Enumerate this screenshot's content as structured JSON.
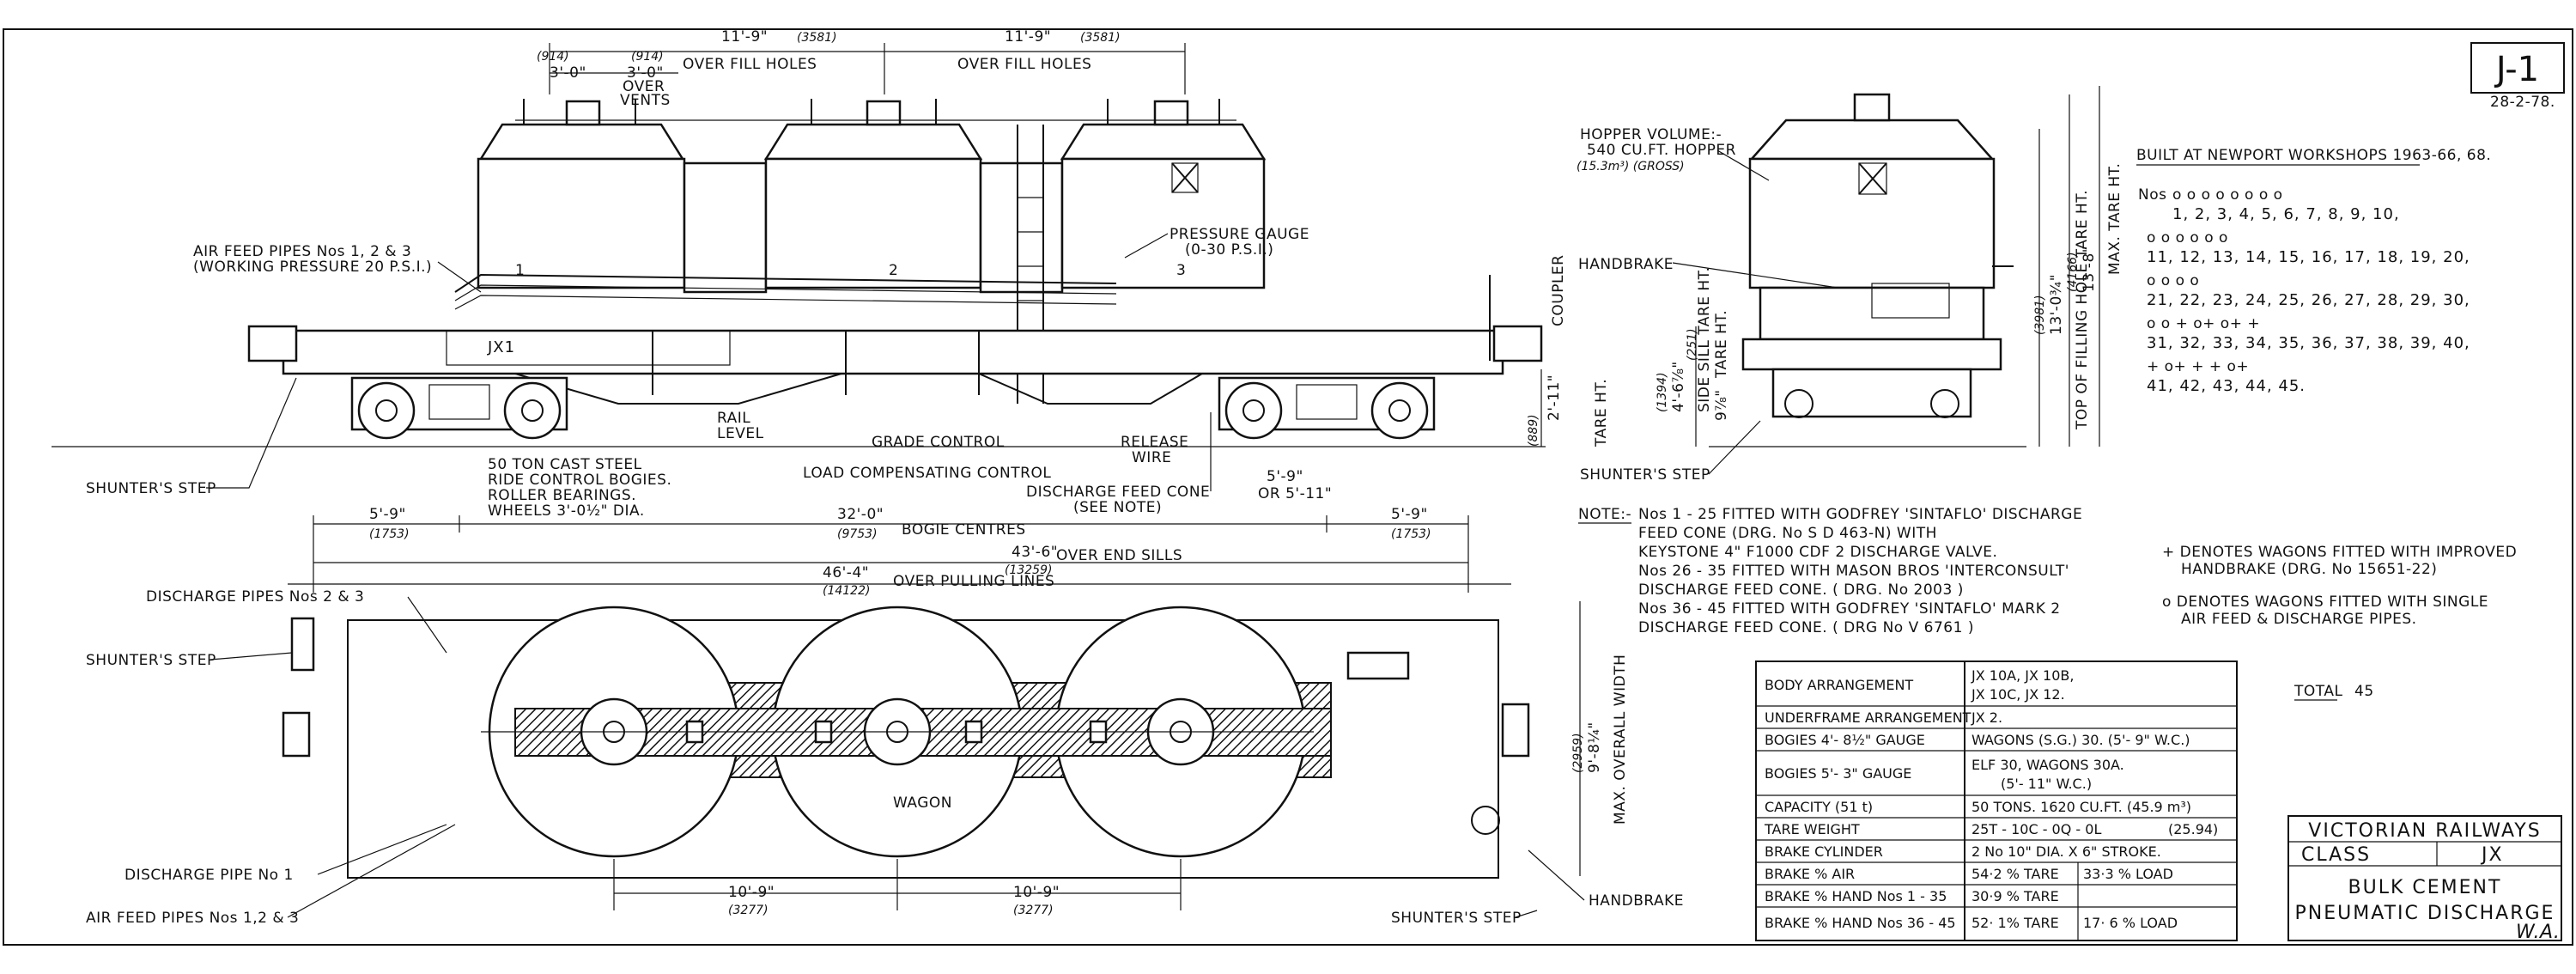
{
  "drawing": {
    "number": "J-1",
    "date": "28-2-78.",
    "initials": "W.A."
  },
  "side_view": {
    "dims_top": {
      "fill_holes_1": "11'-9\"",
      "fill_holes_1_mm": "(3581)",
      "fill_holes_1_label": "OVER FILL HOLES",
      "fill_holes_2": "11'-9\"",
      "fill_holes_2_mm": "(3581)",
      "fill_holes_2_label": "OVER FILL HOLES",
      "vents_1_mm": "(914)",
      "vents_1": "3'-0\"",
      "vents_2_mm": "(914)",
      "vents_2": "3'-0\"",
      "vents_label_1": "OVER",
      "vents_label_2": "VENTS"
    },
    "hopper_numbers": [
      "1",
      "2",
      "3"
    ],
    "body_code": "JX1",
    "labels": {
      "air_feed_1": "AIR FEED PIPES Nos 1, 2 & 3",
      "air_feed_2": "(WORKING PRESSURE 20 P.S.I.)",
      "pressure_gauge_1": "PRESSURE GAUGE",
      "pressure_gauge_2": "(0-30 P.S.I.)",
      "rail_level_1": "RAIL",
      "rail_level_2": "LEVEL",
      "grade_control": "GRADE CONTROL",
      "release_wire_1": "RELEASE",
      "release_wire_2": "WIRE",
      "load_comp": "LOAD COMPENSATING CONTROL",
      "discharge_feed_cone_1": "DISCHARGE FEED CONE",
      "discharge_feed_cone_2": "(SEE NOTE)",
      "bogies_1": "50 TON CAST STEEL",
      "bogies_2": "RIDE CONTROL BOGIES.",
      "bogies_3": "ROLLER BEARINGS.",
      "bogies_4": "WHEELS 3'-0½\" DIA.",
      "shunters_step": "SHUNTER'S STEP",
      "coupler": "COUPLER",
      "tare_ht": "TARE HT."
    },
    "dims_bottom": {
      "end_1": "5'-9\"",
      "end_1_mm": "(1753)",
      "bogie_centres": "32'-0\"",
      "bogie_centres_mm": "(9753)",
      "bogie_centres_label": "BOGIE CENTRES",
      "mid": "5'-9\"",
      "mid_or": "OR 5'-11\"",
      "end_2": "5'-9\"",
      "end_2_mm": "(1753)",
      "end_sills": "43'-6\"",
      "end_sills_mm": "(13259)",
      "end_sills_label": "OVER END SILLS",
      "pulling": "46'-4\"",
      "pulling_mm": "(14122)",
      "pulling_label": "OVER PULLING LINES",
      "coupler_ht": "2'-11\"",
      "coupler_ht_mm": "(889)"
    }
  },
  "end_view": {
    "hopper_1": "HOPPER VOLUME:-",
    "hopper_2": "540 CU.FT. HOPPER",
    "hopper_3": "(15.3m³)  (GROSS)",
    "handbrake": "HANDBRAKE",
    "shunters_step": "SHUNTER'S STEP",
    "side_sill_mm": "(1394)",
    "side_sill": "4'-6⅞\"",
    "side_sill_label": "SIDE SILL TARE HT.",
    "inner_mm": "(251)",
    "inner": "9⅞\"",
    "inner_label": "TARE HT.",
    "filling_mm": "(3981)",
    "filling": "13'-0¾\"",
    "filling_label": "TOP OF FILLING HOLE TARE HT.",
    "max_mm": "(4166)",
    "max": "13'-8\"",
    "max_label": "MAX. TARE HT."
  },
  "plan_view": {
    "discharge_pipes_23": "DISCHARGE PIPES Nos 2 & 3",
    "shunters_step_1": "SHUNTER'S STEP",
    "discharge_pipe_1": "DISCHARGE PIPE No 1",
    "air_feed": "AIR FEED PIPES Nos 1,2 & 3",
    "wagon_cl": "WAGON",
    "dim_1": "10'-9\"",
    "dim_1_mm": "(3277)",
    "dim_2": "10'-9\"",
    "dim_2_mm": "(3277)",
    "shunters_step_2": "SHUNTER'S STEP",
    "handbrake": "HANDBRAKE",
    "width_mm": "(2959)",
    "width": "9'-8¼\"",
    "width_label": "MAX. OVERALL WIDTH"
  },
  "built": {
    "heading": "BUILT AT  NEWPORT WORKSHOPS  1963-66, 68.",
    "nos": "Nos",
    "rows": [
      "1,  2,  3,  4,  5,  6,  7,  8,  9,  10,",
      "11,  12,  13,  14,  15,  16,  17,  18,  19,  20,",
      "21,  22,  23,  24,  25,  26,  27,  28,  29,  30,",
      "31,  32,  33,  34,  35,  36,  37,  38,  39,  40,",
      "41,  42,  43,  44,  45."
    ],
    "marks": [
      "o    o    o    o    o    o    o         o",
      "     o         o         o         o    o    o",
      "     o         o         o         o",
      "o              o         +    o+        o+   +",
      "+    o+        +    +    o+"
    ],
    "total_label": "TOTAL",
    "total_value": "45"
  },
  "notes": {
    "label": "NOTE:-",
    "lines": [
      "Nos 1 - 25  FITTED WITH GODFREY 'SINTAFLO' DISCHARGE",
      "FEED CONE (DRG. No S D 463-N)  WITH",
      "KEYSTONE  4\" F1000  CDF 2  DISCHARGE VALVE.",
      "Nos 26 - 35  FITTED WITH  MASON BROS 'INTERCONSULT'",
      "DISCHARGE FEED CONE.  ( DRG. No 2003 )",
      "Nos 36 - 45  FITTED WITH GODFREY 'SINTAFLO' MARK 2",
      "DISCHARGE FEED CONE.  ( DRG No V 6761 )"
    ],
    "plus_1": "+ DENOTES WAGONS FITTED WITH IMPROVED",
    "plus_2": "HANDBRAKE  (DRG. No 15651-22)",
    "o_1": "o  DENOTES WAGONS FITTED WITH SINGLE",
    "o_2": "AIR FEED & DISCHARGE PIPES."
  },
  "table": {
    "rows": [
      {
        "label": "BODY ARRANGEMENT",
        "v1": "JX 10A,    JX 10B,",
        "v2": "JX 10C,    JX 12."
      },
      {
        "label": "UNDERFRAME ARRANGEMENT",
        "v1": "JX 2.",
        "v2": ""
      },
      {
        "label": "BOGIES  4'- 8½\"  GAUGE",
        "v1": "WAGONS (S.G.) 30.  (5'- 9\" W.C.)",
        "v2": ""
      },
      {
        "label": "BOGIES  5'- 3\"  GAUGE",
        "v1": "ELF 30,  WAGONS 30A.",
        "v2": "(5'- 11\" W.C.)"
      },
      {
        "label": "CAPACITY          (51 t)",
        "v1": "50 TONS.   1620 CU.FT. (45.9 m³)",
        "v2": ""
      },
      {
        "label": "TARE WEIGHT",
        "v1": "25T  - 10C  - 0Q -  0L",
        "v2": "(25.94)"
      },
      {
        "label": "BRAKE CYLINDER",
        "v1": "2  No 10\" DIA. X  6\" STROKE.",
        "v2": ""
      },
      {
        "label": "BRAKE  %  AIR",
        "v1": "54·2 % TARE",
        "v2": "33·3 % LOAD"
      },
      {
        "label": "BRAKE  %  HAND  Nos 1 - 35",
        "v1": "30·9 % TARE",
        "v2": ""
      },
      {
        "label": "BRAKE  %  HAND  Nos 36 - 45",
        "v1": "52· 1% TARE",
        "v2": "17· 6 % LOAD"
      }
    ]
  },
  "title_block": {
    "railway": "VICTORIAN RAILWAYS",
    "class_label": "CLASS",
    "class_value": "JX",
    "line_1": "BULK  CEMENT",
    "line_2": "PNEUMATIC DISCHARGE"
  }
}
